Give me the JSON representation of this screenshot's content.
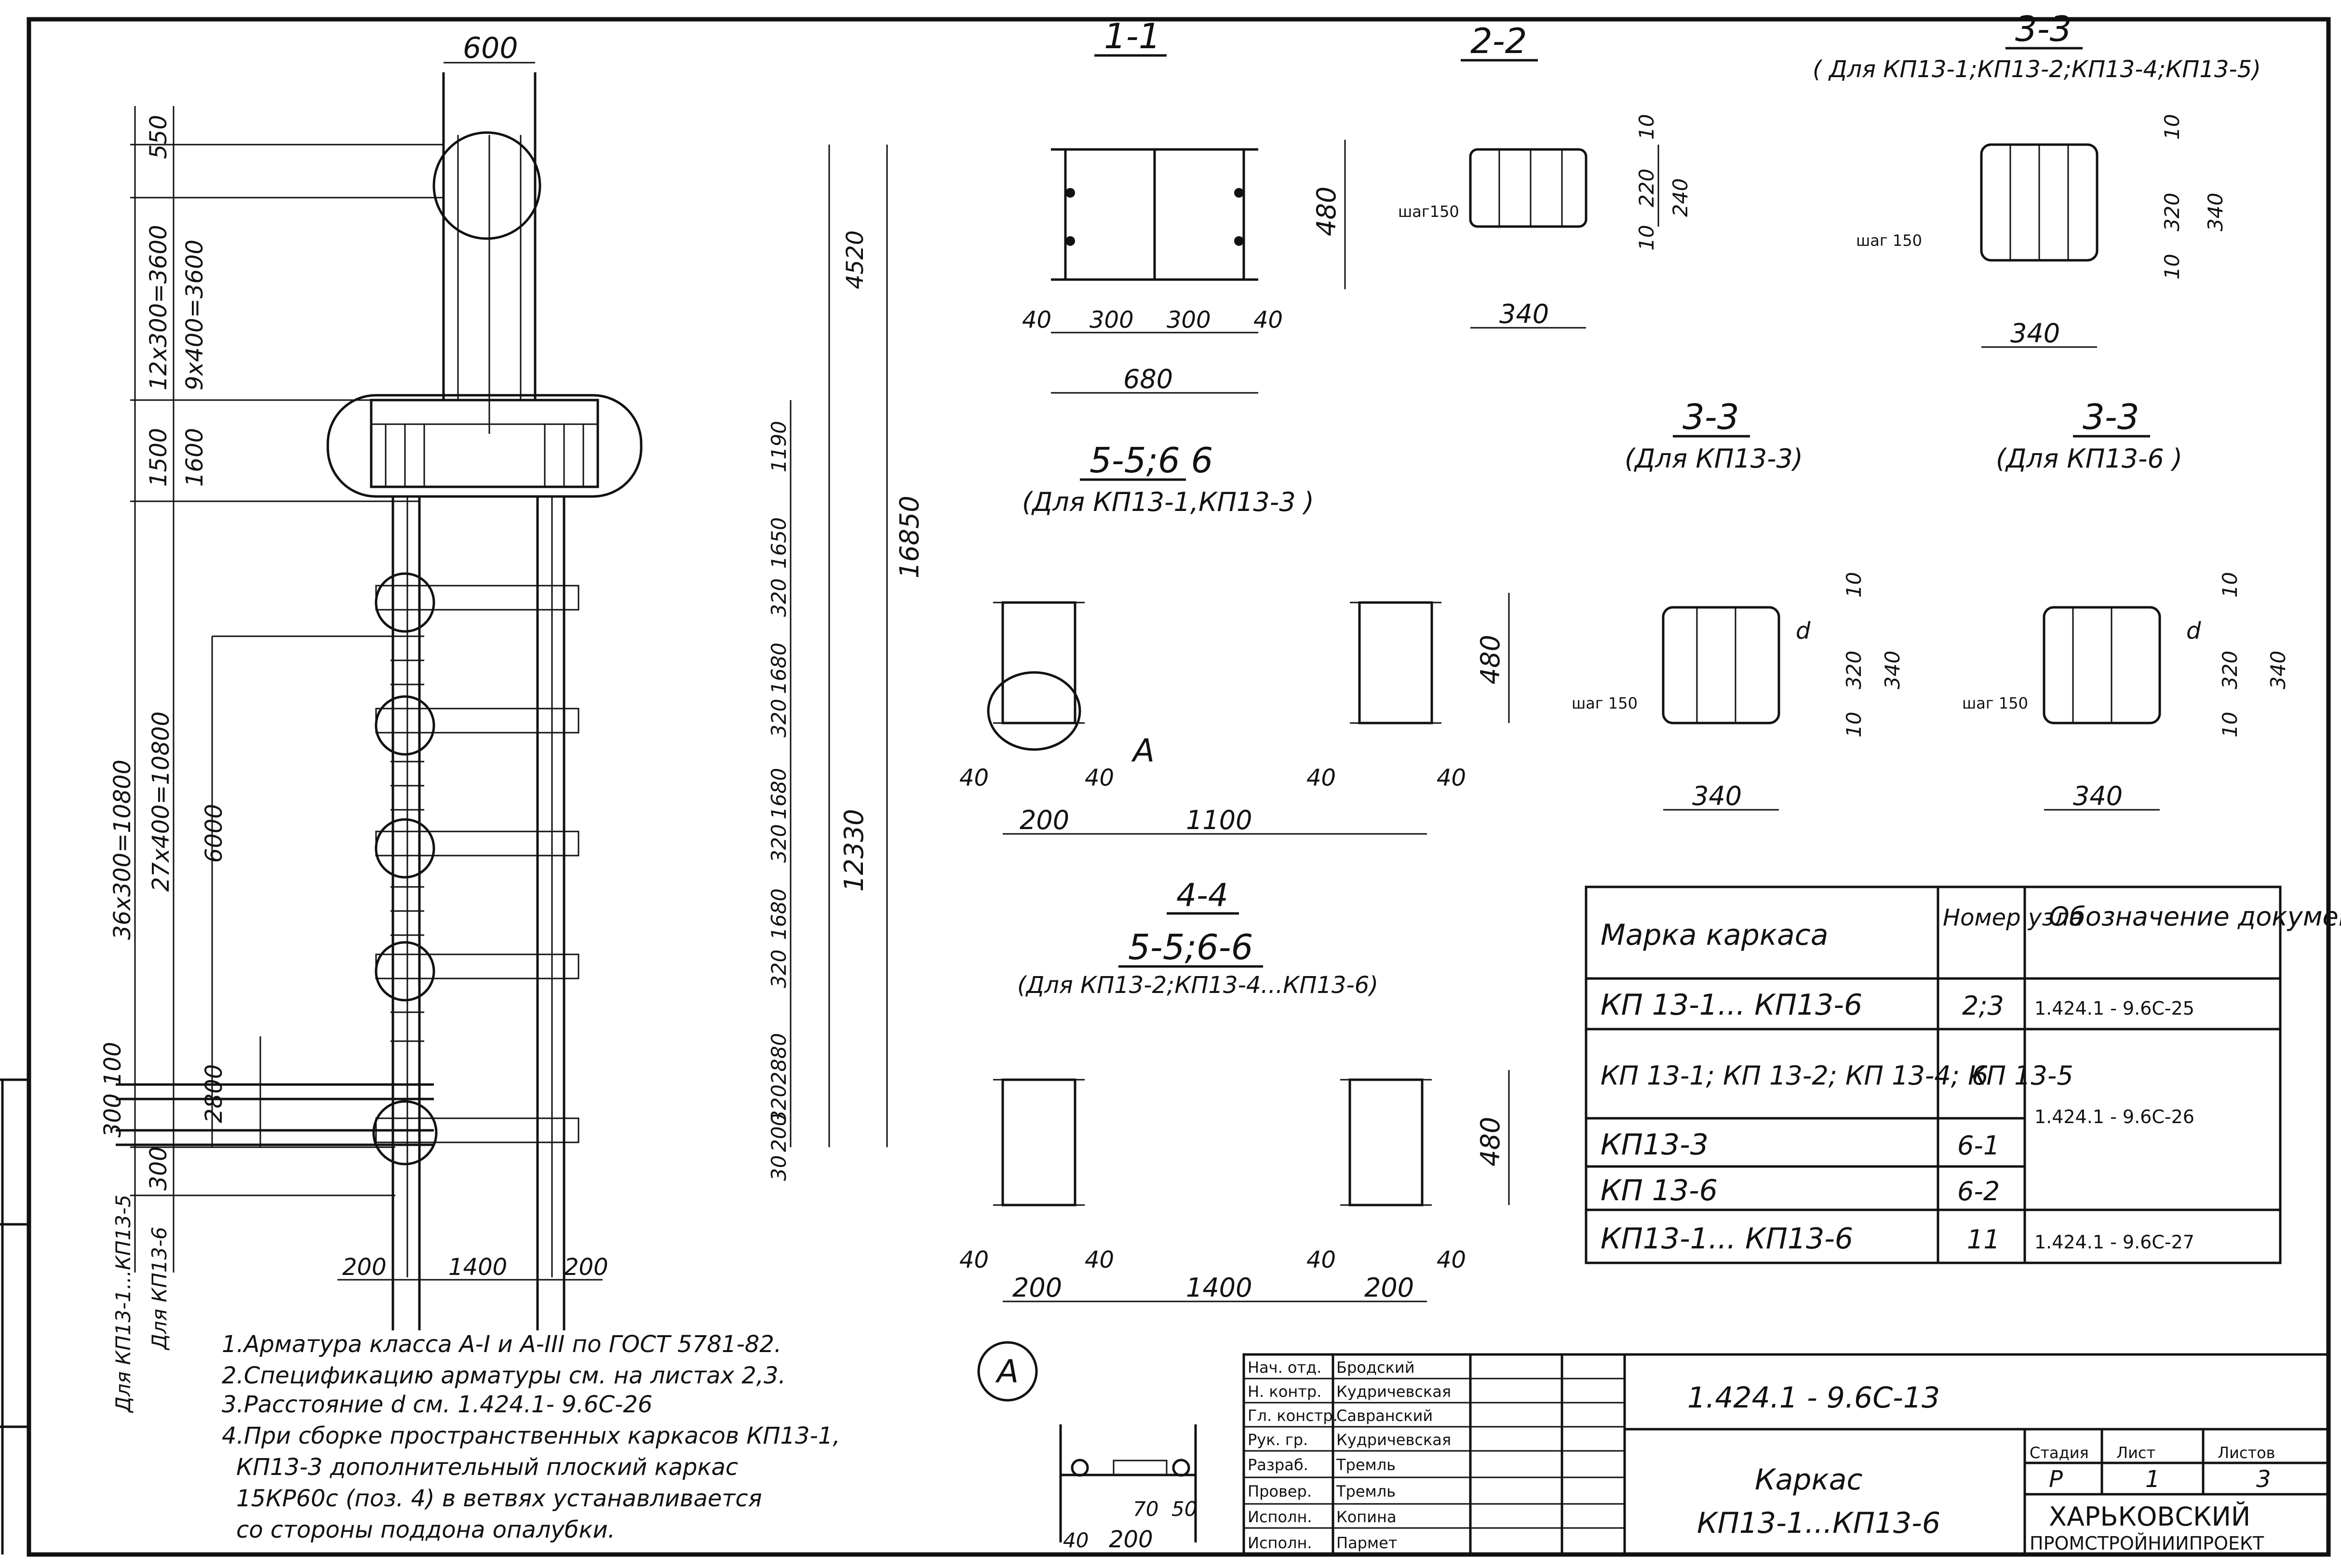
{
  "sections": {
    "s11": "1-1",
    "s22": "2-2",
    "s33a_title": "3-3",
    "s33a_sub": "( Для КП13-1;КП13-2;КП13-4;КП13-5)",
    "s55_title": "5-5;6 6",
    "s55_sub": "(Для КП13-1,КП13-3 )",
    "s33b_title": "3-3",
    "s33b_sub": "(Для КП13-3)",
    "s33c_title": "3-3",
    "s33c_sub": "(Для КП13-6 )",
    "s44_title": "4-4",
    "s44_title2": "5-5;6-6",
    "s44_sub": "(Для КП13-2;КП13-4...КП13-6)",
    "nodeA": "А",
    "nodeA_label": "А"
  },
  "main_dims": {
    "top_width": "600",
    "left_dims": [
      "550",
      "12х300=3600",
      "9х400=3600",
      "1500",
      "1600",
      "36х300=10800",
      "27х400=10800",
      "6000",
      "2800",
      "300 100",
      "300"
    ],
    "right_dims": [
      "4520",
      "16850",
      "12330",
      "1190",
      "1650",
      "320",
      "1680",
      "320",
      "1680",
      "320",
      "1680",
      "320",
      "2880",
      "320",
      "200",
      "30"
    ],
    "bottom_dims": [
      "200",
      "1400",
      "200"
    ],
    "side_labels": [
      "Для КП13-1...КП13-5",
      "Для КП13-6"
    ]
  },
  "d11": {
    "bottom": [
      "40",
      "300",
      "300",
      "40"
    ],
    "total": "680",
    "height": "480"
  },
  "d22": {
    "dims": [
      "10",
      "220",
      "10",
      "240"
    ],
    "bottom": "340",
    "note": "шаг150"
  },
  "d33a": {
    "dims": [
      "10",
      "320",
      "10",
      "340"
    ],
    "bottom": "340",
    "note": "шаг 150"
  },
  "d55": {
    "dims": [
      "40",
      "40",
      "40",
      "40"
    ],
    "bottom": [
      "200",
      "1100"
    ],
    "height": "480"
  },
  "d33b": {
    "dims": [
      "10",
      "320",
      "10",
      "340"
    ],
    "bottom": "340",
    "note": "шаг 150",
    "d": "d"
  },
  "d33c": {
    "dims": [
      "10",
      "320",
      "10",
      "340"
    ],
    "bottom": "340",
    "note": "шаг 150",
    "d": "d"
  },
  "d44": {
    "bottom": [
      "200",
      "1400",
      "200"
    ],
    "small": [
      "40",
      "40",
      "40",
      "40"
    ],
    "height": "480"
  },
  "detailA": {
    "dims": [
      "70",
      "50",
      "40",
      "200"
    ]
  },
  "notes": [
    "1.Арматура класса А-I и А-III по ГОСТ 5781-82.",
    "2.Спецификацию арматуры см. на листах 2,3.",
    "3.Расстояние d см. 1.424.1- 9.6С-26",
    "4.При сборке пространственных каркасов КП13-1,",
    "КП13-3 дополнительный плоский каркас",
    "15КР60с (поз. 4) в ветвях устанавливается",
    "со стороны поддона опалубки."
  ],
  "table": {
    "headers": [
      "Марка каркаса",
      "Номер узла",
      "Обозначение документа"
    ],
    "rows": [
      [
        "КП 13-1... КП13-6",
        "2;3",
        "1.424.1 - 9.6С-25"
      ],
      [
        "КП 13-1; КП 13-2; КП 13-4; КП 13-5",
        "6",
        "1.424.1 - 9.6С-26"
      ],
      [
        "КП13-3",
        "6-1",
        ""
      ],
      [
        "КП 13-6",
        "6-2",
        ""
      ],
      [
        "КП13-1... КП13-6",
        "11",
        "1.424.1 - 9.6С-27"
      ]
    ]
  },
  "title_block": {
    "roles": [
      "Нач. отд.",
      "Н. контр.",
      "Гл. констр.",
      "Рук. гр.",
      "Разраб.",
      "Провер.",
      "Исполн.",
      "Исполн."
    ],
    "names": [
      "Бродский",
      "Кудричевская",
      "Савранский",
      "Кудричевская",
      "Тремль",
      "Тремль",
      "Копина",
      "Пармет"
    ],
    "doc_code": "1.424.1 - 9.6С-13",
    "title1": "Каркас",
    "title2": "КП13-1...КП13-6",
    "stage_h": "Стадия",
    "sheet_h": "Лист",
    "sheets_h": "Листов",
    "stage": "Р",
    "sheet": "1",
    "sheets": "3",
    "org1": "ХАРЬКОВСКИЙ",
    "org2": "ПРОМСТРОЙНИИПРОЕКТ"
  }
}
